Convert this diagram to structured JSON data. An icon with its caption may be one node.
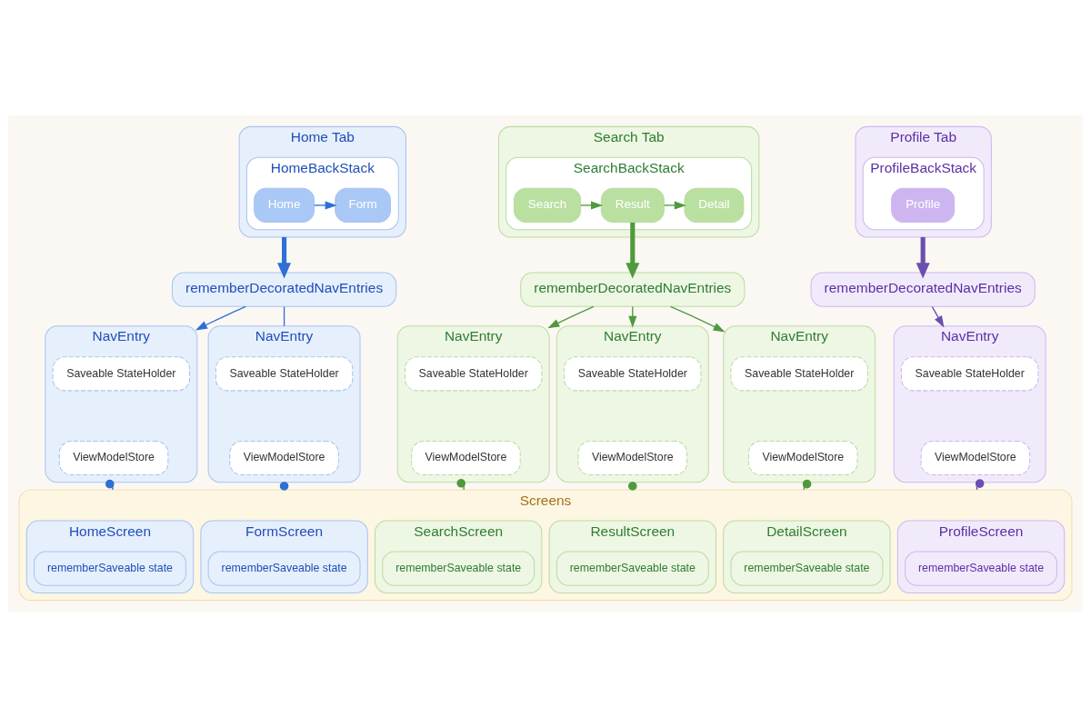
{
  "diagram": {
    "nodes": [
      {
        "text": [
          "Home Tab"
        ]
      },
      {
        "text": [
          "HomeBackStack"
        ],
        "in": 0
      },
      {
        "text": [
          "Home"
        ],
        "in": 1
      },
      {
        "text": [
          "Form"
        ],
        "in": 1
      },
      {
        "text": [
          "Search Tab"
        ]
      },
      {
        "text": [
          "SearchBackStack"
        ],
        "in": 4
      },
      {
        "text": [
          "Search"
        ],
        "in": 5
      },
      {
        "text": [
          "Result"
        ],
        "in": 5
      },
      {
        "text": [
          "Detail"
        ],
        "in": 5
      },
      {
        "text": [
          "Profile Tab"
        ]
      },
      {
        "text": [
          "ProfileBackStack"
        ],
        "in": 9
      },
      {
        "text": [
          "Profile"
        ],
        "in": 10
      },
      {
        "text": [
          "rememberDecoratedNavEntries"
        ]
      },
      {
        "text": [
          "rememberDecoratedNavEntries"
        ]
      },
      {
        "text": [
          "rememberDecoratedNavEntries"
        ]
      },
      {
        "text": [
          "NavEntry"
        ]
      },
      {
        "text": [
          "Saveable StateHolder"
        ],
        "in": 15
      },
      {
        "text": [
          "ViewModelStore"
        ],
        "in": 15
      },
      {
        "text": [
          "NavEntry"
        ]
      },
      {
        "text": [
          "Saveable StateHolder"
        ],
        "in": 18
      },
      {
        "text": [
          "ViewModelStore"
        ],
        "in": 18
      },
      {
        "text": [
          "NavEntry"
        ]
      },
      {
        "text": [
          "Saveable StateHolder"
        ],
        "in": 21
      },
      {
        "text": [
          "ViewModelStore"
        ],
        "in": 21
      },
      {
        "text": [
          "NavEntry"
        ]
      },
      {
        "text": [
          "Saveable StateHolder"
        ],
        "in": 24
      },
      {
        "text": [
          "ViewModelStore"
        ],
        "in": 24
      },
      {
        "text": [
          "NavEntry"
        ]
      },
      {
        "text": [
          "Saveable StateHolder"
        ],
        "in": 27
      },
      {
        "text": [
          "ViewModelStore"
        ],
        "in": 27
      },
      {
        "text": [
          "NavEntry"
        ]
      },
      {
        "text": [
          "Saveable StateHolder"
        ],
        "in": 30
      },
      {
        "text": [
          "ViewModelStore"
        ],
        "in": 30
      },
      {
        "text": [
          "Screens"
        ]
      },
      {
        "text": [
          "HomeScreen"
        ],
        "in": 33
      },
      {
        "text": [
          "rememberSaveable state"
        ],
        "in": 34
      },
      {
        "text": [
          "FormScreen"
        ],
        "in": 33
      },
      {
        "text": [
          "rememberSaveable state"
        ],
        "in": 36
      },
      {
        "text": [
          "SearchScreen"
        ],
        "in": 33
      },
      {
        "text": [
          "rememberSaveable state"
        ],
        "in": 38
      },
      {
        "text": [
          "ResultScreen"
        ],
        "in": 33
      },
      {
        "text": [
          "rememberSaveable state"
        ],
        "in": 40
      },
      {
        "text": [
          "DetailScreen"
        ],
        "in": 33
      },
      {
        "text": [
          "rememberSaveable state"
        ],
        "in": 42
      },
      {
        "text": [
          "ProfileScreen"
        ],
        "in": 33
      },
      {
        "text": [
          "rememberSaveable state"
        ],
        "in": 44
      }
    ],
    "edges": [
      {
        "from": 2,
        "to": 3,
        "arrow": "to",
        "color": "#2f6fd6"
      },
      {
        "from": 6,
        "to": 7,
        "arrow": "to"
      },
      {
        "from": 7,
        "to": 8,
        "arrow": "to"
      },
      {
        "from": 0,
        "to": 12,
        "arrow": "to",
        "style": "thick",
        "color": "#2f6fd6"
      },
      {
        "from": 7,
        "to": 13,
        "arrow": "to",
        "style": "thick"
      },
      {
        "from": 9,
        "to": 14,
        "arrow": "to",
        "style": "thick",
        "color": "#6b4fb0"
      },
      {
        "from": 12,
        "to": 15,
        "arrow": "to",
        "color": "#2f6fd6"
      },
      {
        "from": 12,
        "to": 18,
        "arrow": "none",
        "color": "#2f6fd6"
      },
      {
        "from": 13,
        "to": 21,
        "arrow": "to"
      },
      {
        "from": 13,
        "to": 24,
        "arrow": "to"
      },
      {
        "from": 13,
        "to": 27,
        "arrow": "to"
      },
      {
        "from": 14,
        "to": 30,
        "arrow": "to",
        "color": "#6b4fb0"
      },
      {
        "from": 15,
        "to": 33,
        "arrow": "other",
        "color": "#2f6fd6"
      },
      {
        "from": 18,
        "to": 33,
        "arrow": "other",
        "color": "#2f6fd6"
      },
      {
        "from": 21,
        "to": 33,
        "arrow": "other"
      },
      {
        "from": 24,
        "to": 33,
        "arrow": "other"
      },
      {
        "from": 27,
        "to": 33,
        "arrow": "other"
      },
      {
        "from": 30,
        "to": 33,
        "arrow": "other",
        "color": "#6b4fb0"
      }
    ]
  }
}
